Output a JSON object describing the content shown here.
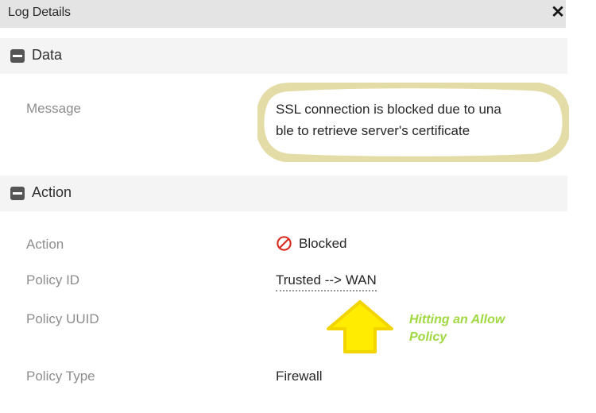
{
  "window": {
    "title": "Log Details",
    "close_label": "✕",
    "close_icon": "close-icon"
  },
  "sections": [
    {
      "id": "data",
      "title": "Data",
      "collapse_icon": "minus-square-icon",
      "fields": [
        {
          "label": "Message",
          "value": "SSL connection is blocked due to una\nble to retrieve server's certificate"
        }
      ]
    },
    {
      "id": "action",
      "title": "Action",
      "collapse_icon": "minus-square-icon",
      "fields": [
        {
          "label": "Action",
          "value": "Blocked",
          "icon": "blocked-circle-icon"
        },
        {
          "label": "Policy ID",
          "value": "Trusted --> WAN"
        },
        {
          "label": "Policy UUID",
          "value": ""
        },
        {
          "label": "Policy Type",
          "value": "Firewall"
        }
      ]
    }
  ],
  "annotations": {
    "oval_highlight": {
      "target": "Message value",
      "color": "#e4dca6"
    },
    "arrow": {
      "direction": "up",
      "fill": "#ffec00",
      "stroke": "#f2d400",
      "points_at": "Policy ID"
    },
    "note": {
      "text": "Hitting an Allow\nPolicy",
      "color": "#a0d840"
    }
  },
  "colors": {
    "titlebar_bg": "#e4e4e4",
    "section_bg": "#f4f4f4",
    "label_text": "#8d8d8d",
    "value_text": "#262626",
    "blocked_red": "#d8291f",
    "annotation_green": "#a0d840",
    "annotation_yellow": "#ffec00",
    "highlight_tan": "#e4dca6"
  }
}
